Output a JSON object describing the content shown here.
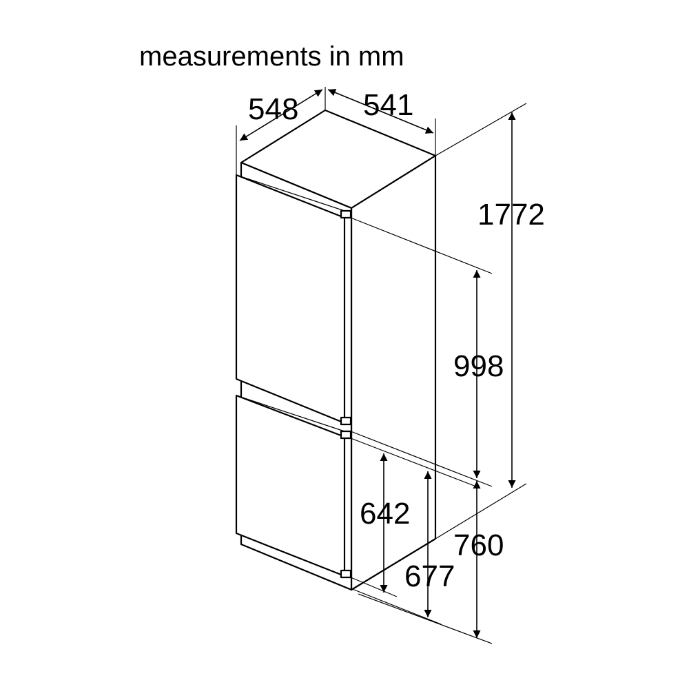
{
  "title": "measurements in mm",
  "dimensions": {
    "depth_548": "548",
    "width_541": "541",
    "height_1772": "1772",
    "upper_door_998": "998",
    "lower_door_642": "642",
    "lower_677": "677",
    "lower_760": "760"
  }
}
